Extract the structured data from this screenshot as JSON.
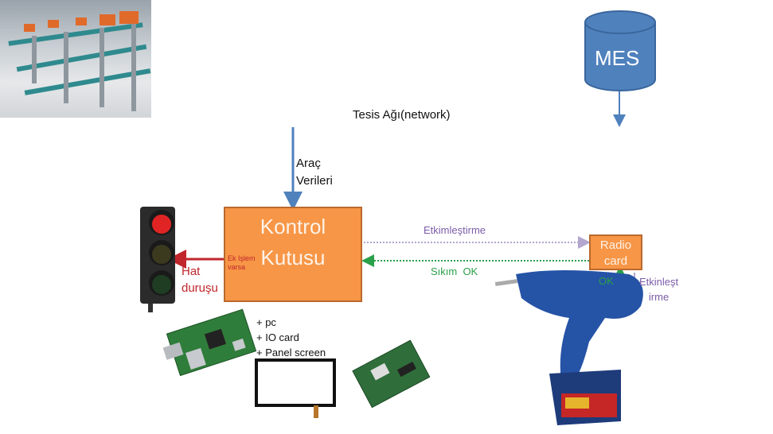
{
  "diagram": {
    "network_label": "Tesis Ağı(network)",
    "mes_label": "MES",
    "arac_verileri": [
      "Araç",
      "Verileri"
    ],
    "kontrol_kutusu": [
      "Kontrol",
      "Kutusu"
    ],
    "ek_islem": [
      "Ek Işlem",
      "varsa"
    ],
    "hat_durusu": [
      "Hat",
      "duruşu"
    ],
    "components": [
      "+ pc",
      "+ IO card",
      "+ Panel screen"
    ],
    "etkimlestirme": "Etkimleştirme",
    "sikim_ok": "Sıkım  OK",
    "radio_card": [
      "Radio",
      "card"
    ],
    "ok_label": "OK",
    "etkinlestirme": [
      "Etkinleşt",
      "irme"
    ]
  },
  "colors": {
    "network_blue": "#4f81bd",
    "box_orange": "#f79646",
    "red": "#c0262c",
    "green": "#2aa04a",
    "purple": "#7b5ca8",
    "grey_purple": "#b3a6cf"
  }
}
